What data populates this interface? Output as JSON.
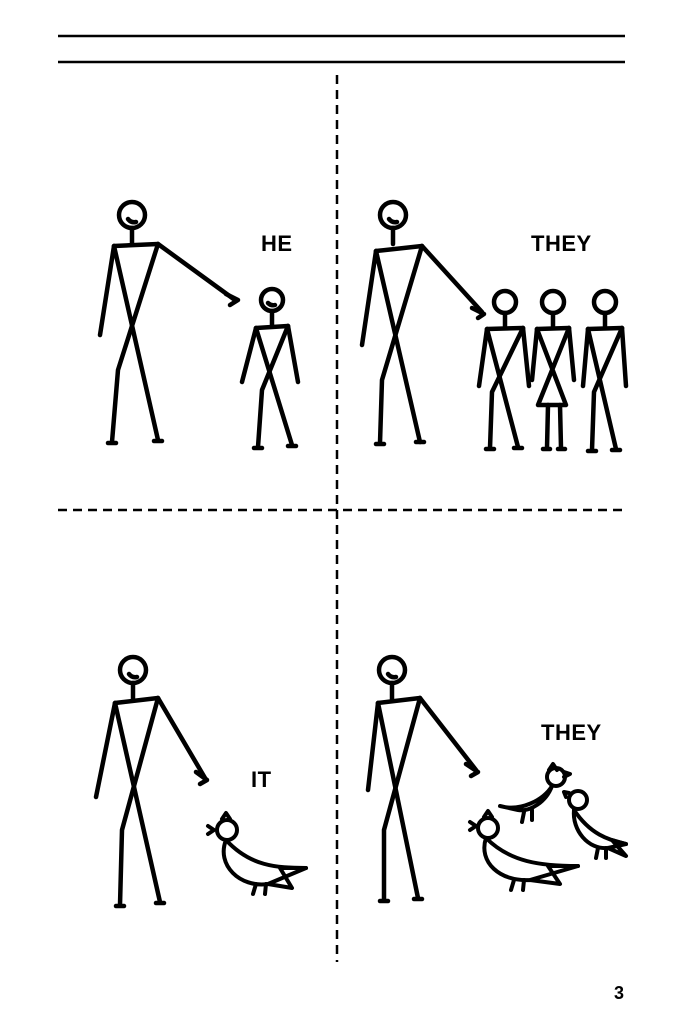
{
  "panels": {
    "top_left": {
      "label": "HE"
    },
    "top_right": {
      "label": "THEY"
    },
    "bottom_left": {
      "label": "IT"
    },
    "bottom_right": {
      "label": "THEY"
    }
  },
  "page_number": "3",
  "figures": {
    "adult": "man-pointing",
    "child": "stick-child",
    "girl": "stick-girl-in-dress",
    "bird": "bird"
  }
}
